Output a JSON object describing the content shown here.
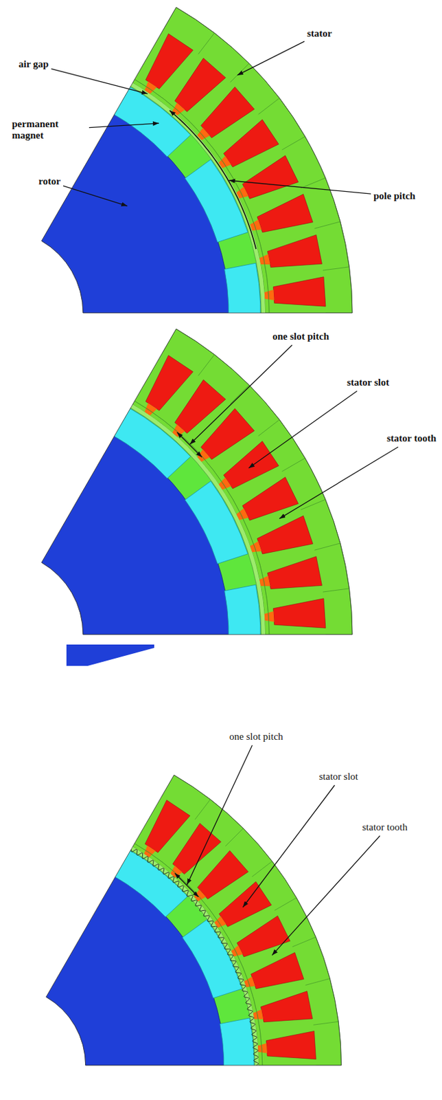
{
  "diagram": {
    "labels": [
      "air gap",
      "permanent magnet",
      "rotor",
      "stator",
      "pole pitch",
      "one slot pitch",
      "stator slot",
      "stator tooth",
      "one slot pitch",
      "stator slot",
      "stator tooth"
    ]
  }
}
